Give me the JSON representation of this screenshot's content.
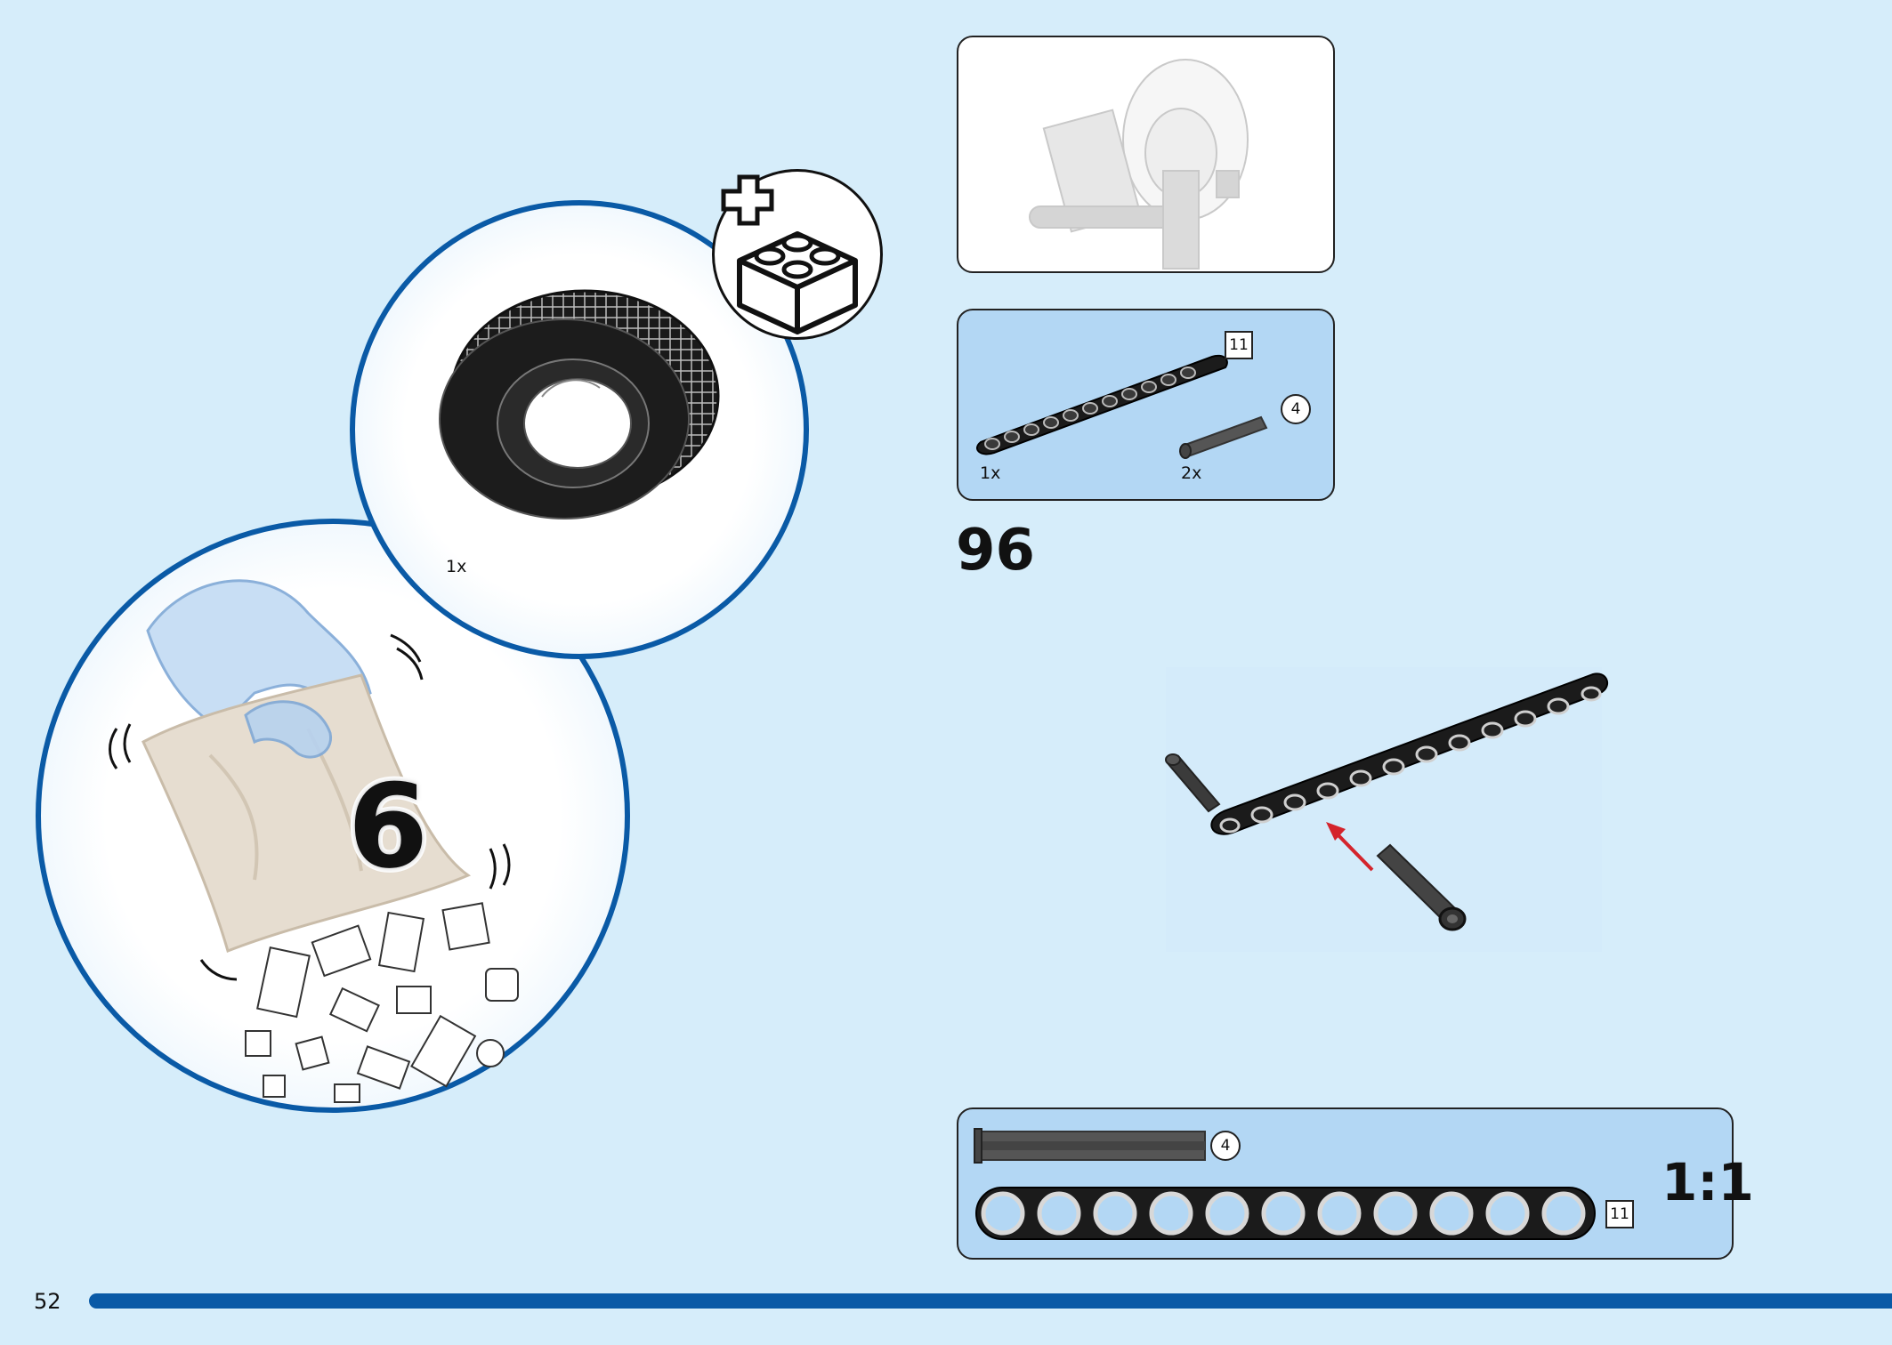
{
  "page": {
    "number": "52",
    "step": "96",
    "accent_color": "#0a5aa6",
    "background_color": "#d6edfa",
    "panel_color": "#b3d7f4"
  },
  "bag": {
    "number": "6",
    "icon": "parts-bag-icon"
  },
  "new_part": {
    "quantity": "1x",
    "icon": "tire-icon",
    "badge_icon": "new-brick-icon"
  },
  "parts_list": {
    "items": [
      {
        "quantity": "1x",
        "size": "11",
        "icon": "beam-icon"
      },
      {
        "quantity": "2x",
        "size": "4",
        "icon": "axle-icon"
      }
    ]
  },
  "scale_panel": {
    "label": "1:1",
    "items": [
      {
        "size": "4",
        "icon": "axle-icon"
      },
      {
        "size": "11",
        "icon": "beam-icon"
      }
    ]
  }
}
